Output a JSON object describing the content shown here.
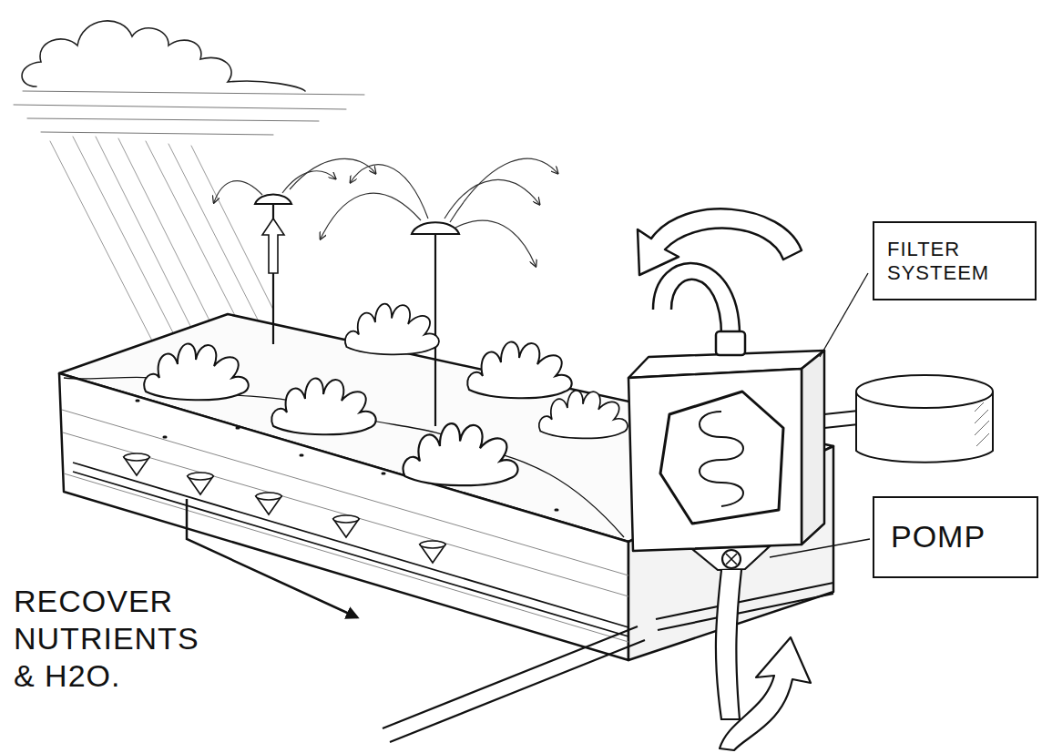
{
  "diagram": {
    "nodes": [
      {
        "text": [
          "FILTER SYSTEEM"
        ]
      },
      {
        "text": [
          "POMP"
        ]
      }
    ],
    "labels": [
      "RECOVER NUTRIENTS & H2O."
    ]
  }
}
